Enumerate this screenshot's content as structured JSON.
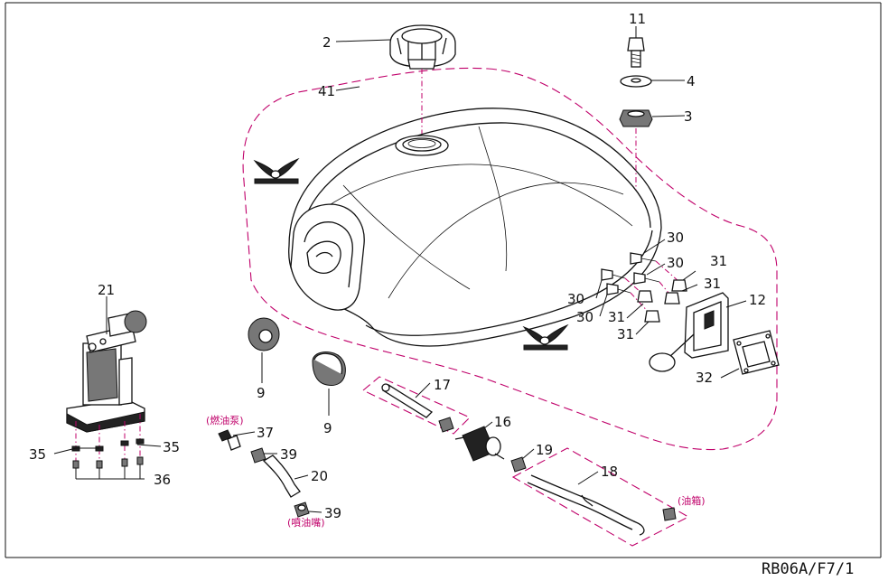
{
  "diagram_code": "RB06A/F7/1",
  "parts": {
    "p2": "2",
    "p41": "41",
    "p11": "11",
    "p4": "4",
    "p3": "3",
    "p30a": "30",
    "p30b": "30",
    "p30c": "30",
    "p30d": "30",
    "p31a": "31",
    "p31b": "31",
    "p31c": "31",
    "p31d": "31",
    "p12": "12",
    "p32": "32",
    "p21": "21",
    "p9a": "9",
    "p9b": "9",
    "p17": "17",
    "p16": "16",
    "p19": "19",
    "p18": "18",
    "p37": "37",
    "p39a": "39",
    "p20": "20",
    "p39b": "39",
    "p35a": "35",
    "p35b": "35",
    "p36": "36"
  },
  "notes": {
    "fuel_pump": "(燃油泵)",
    "injector": "(噴油嘴)",
    "fuel_tank": "(油箱)"
  },
  "colors": {
    "ink": "#111111",
    "accent": "#c0006a",
    "background": "#ffffff"
  }
}
